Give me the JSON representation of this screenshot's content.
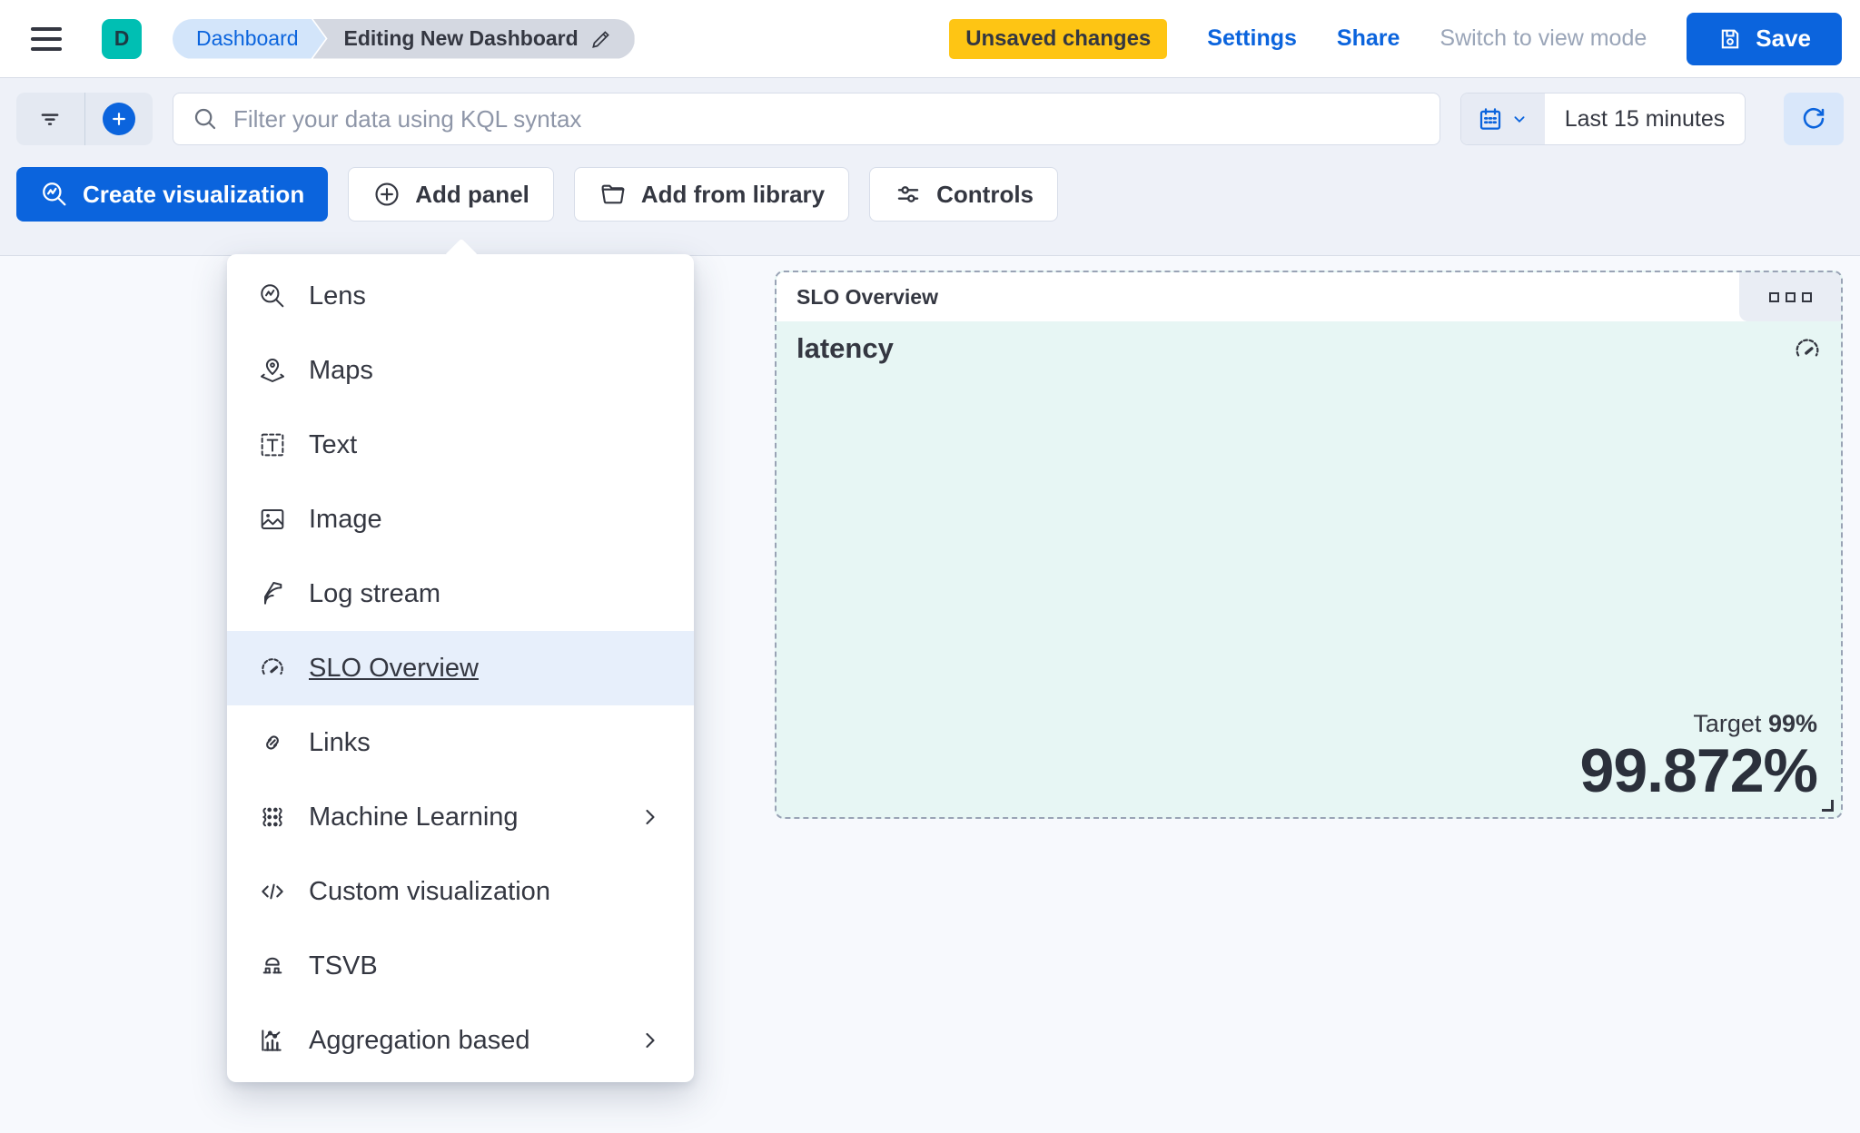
{
  "header": {
    "avatar_initial": "D",
    "breadcrumbs": {
      "root": "Dashboard",
      "current": "Editing New Dashboard"
    },
    "unsaved_badge": "Unsaved changes",
    "settings_label": "Settings",
    "share_label": "Share",
    "switch_view_label": "Switch to view mode",
    "save_label": "Save"
  },
  "filter_bar": {
    "search_placeholder": "Filter your data using KQL syntax",
    "time_range": "Last 15 minutes"
  },
  "toolbar": {
    "create_visualization_label": "Create visualization",
    "add_panel_label": "Add panel",
    "add_from_library_label": "Add from library",
    "controls_label": "Controls"
  },
  "add_panel_menu": {
    "items": [
      {
        "label": "Lens",
        "icon": "lens-icon",
        "selected": false,
        "has_submenu": false
      },
      {
        "label": "Maps",
        "icon": "maps-icon",
        "selected": false,
        "has_submenu": false
      },
      {
        "label": "Text",
        "icon": "text-icon",
        "selected": false,
        "has_submenu": false
      },
      {
        "label": "Image",
        "icon": "image-icon",
        "selected": false,
        "has_submenu": false
      },
      {
        "label": "Log stream",
        "icon": "log-stream-icon",
        "selected": false,
        "has_submenu": false
      },
      {
        "label": "SLO Overview",
        "icon": "gauge-icon",
        "selected": true,
        "has_submenu": false
      },
      {
        "label": "Links",
        "icon": "link-icon",
        "selected": false,
        "has_submenu": false
      },
      {
        "label": "Machine Learning",
        "icon": "machine-learning-icon",
        "selected": false,
        "has_submenu": true
      },
      {
        "label": "Custom visualization",
        "icon": "code-icon",
        "selected": false,
        "has_submenu": false
      },
      {
        "label": "TSVB",
        "icon": "tsvb-icon",
        "selected": false,
        "has_submenu": false
      },
      {
        "label": "Aggregation based",
        "icon": "aggregation-icon",
        "selected": false,
        "has_submenu": true
      }
    ]
  },
  "slo_panel": {
    "title": "SLO Overview",
    "metric_name": "latency",
    "target_label": "Target",
    "target_value": "99%",
    "value": "99.872%"
  },
  "colors": {
    "primary_blue": "#0b64dd",
    "warning_yellow": "#fec514",
    "avatar_teal": "#00bfb3",
    "panel_body_teal": "#e7f6f4",
    "text_dark": "#343741",
    "muted_gray": "#9aa5b8"
  }
}
